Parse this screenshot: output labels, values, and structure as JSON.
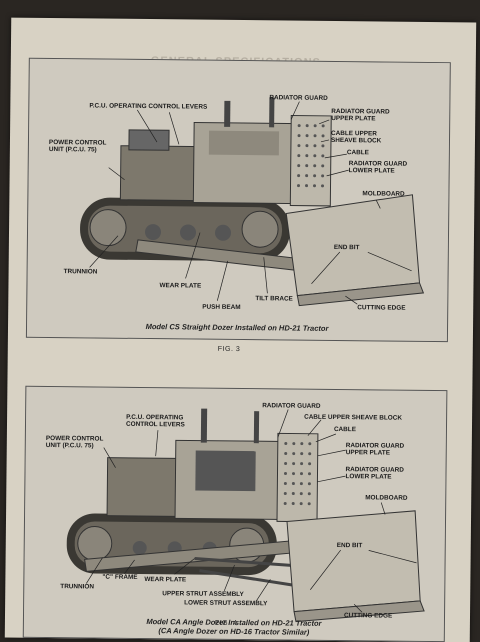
{
  "fig1": {
    "caption": "Model CS Straight Dozer Installed on HD-21 Tractor",
    "number": "FIG. 3",
    "labels": {
      "pcu_levers_1": "P.C.U. OPERATING CONTROL LEVERS",
      "radiator_guard": "RADIATOR GUARD",
      "rg_upper_plate_1": "RADIATOR GUARD",
      "rg_upper_plate_2": "UPPER PLATE",
      "cable_upper_1": "CABLE UPPER",
      "cable_upper_2": "SHEAVE BLOCK",
      "pcu_1": "POWER CONTROL",
      "pcu_2": "UNIT (P.C.U. 75)",
      "cable": "CABLE",
      "rg_lower_1": "RADIATOR GUARD",
      "rg_lower_2": "LOWER PLATE",
      "moldboard": "MOLDBOARD",
      "end_bit": "END BIT",
      "trunnion": "TRUNNION",
      "wear_plate": "WEAR PLATE",
      "tilt_brace": "TILT BRACE",
      "push_beam": "PUSH BEAM",
      "cutting_edge": "CUTTING EDGE"
    }
  },
  "fig2": {
    "caption_1": "Model CA Angle Dozer Installed on HD-21 Tractor",
    "caption_2": "(CA Angle Dozer on HD-16 Tractor Similar)",
    "number": "FIG. 4",
    "labels": {
      "radiator_guard": "RADIATOR GUARD",
      "pcu_levers_1": "P.C.U. OPERATING",
      "pcu_levers_2": "CONTROL LEVERS",
      "cable_upper": "CABLE UPPER SHEAVE BLOCK",
      "cable": "CABLE",
      "pcu_1": "POWER CONTROL",
      "pcu_2": "UNIT (P.C.U. 75)",
      "rg_upper_1": "RADIATOR GUARD",
      "rg_upper_2": "UPPER PLATE",
      "rg_lower_1": "RADIATOR GUARD",
      "rg_lower_2": "LOWER PLATE",
      "moldboard": "MOLDBOARD",
      "end_bit": "END BIT",
      "c_frame": "\"C\" FRAME",
      "trunnion": "TRUNNION",
      "wear_plate": "WEAR PLATE",
      "upper_strut": "UPPER STRUT ASSEMBLY",
      "lower_strut": "LOWER STRUT ASSEMBLY",
      "cutting_edge": "CUTTING EDGE"
    }
  }
}
